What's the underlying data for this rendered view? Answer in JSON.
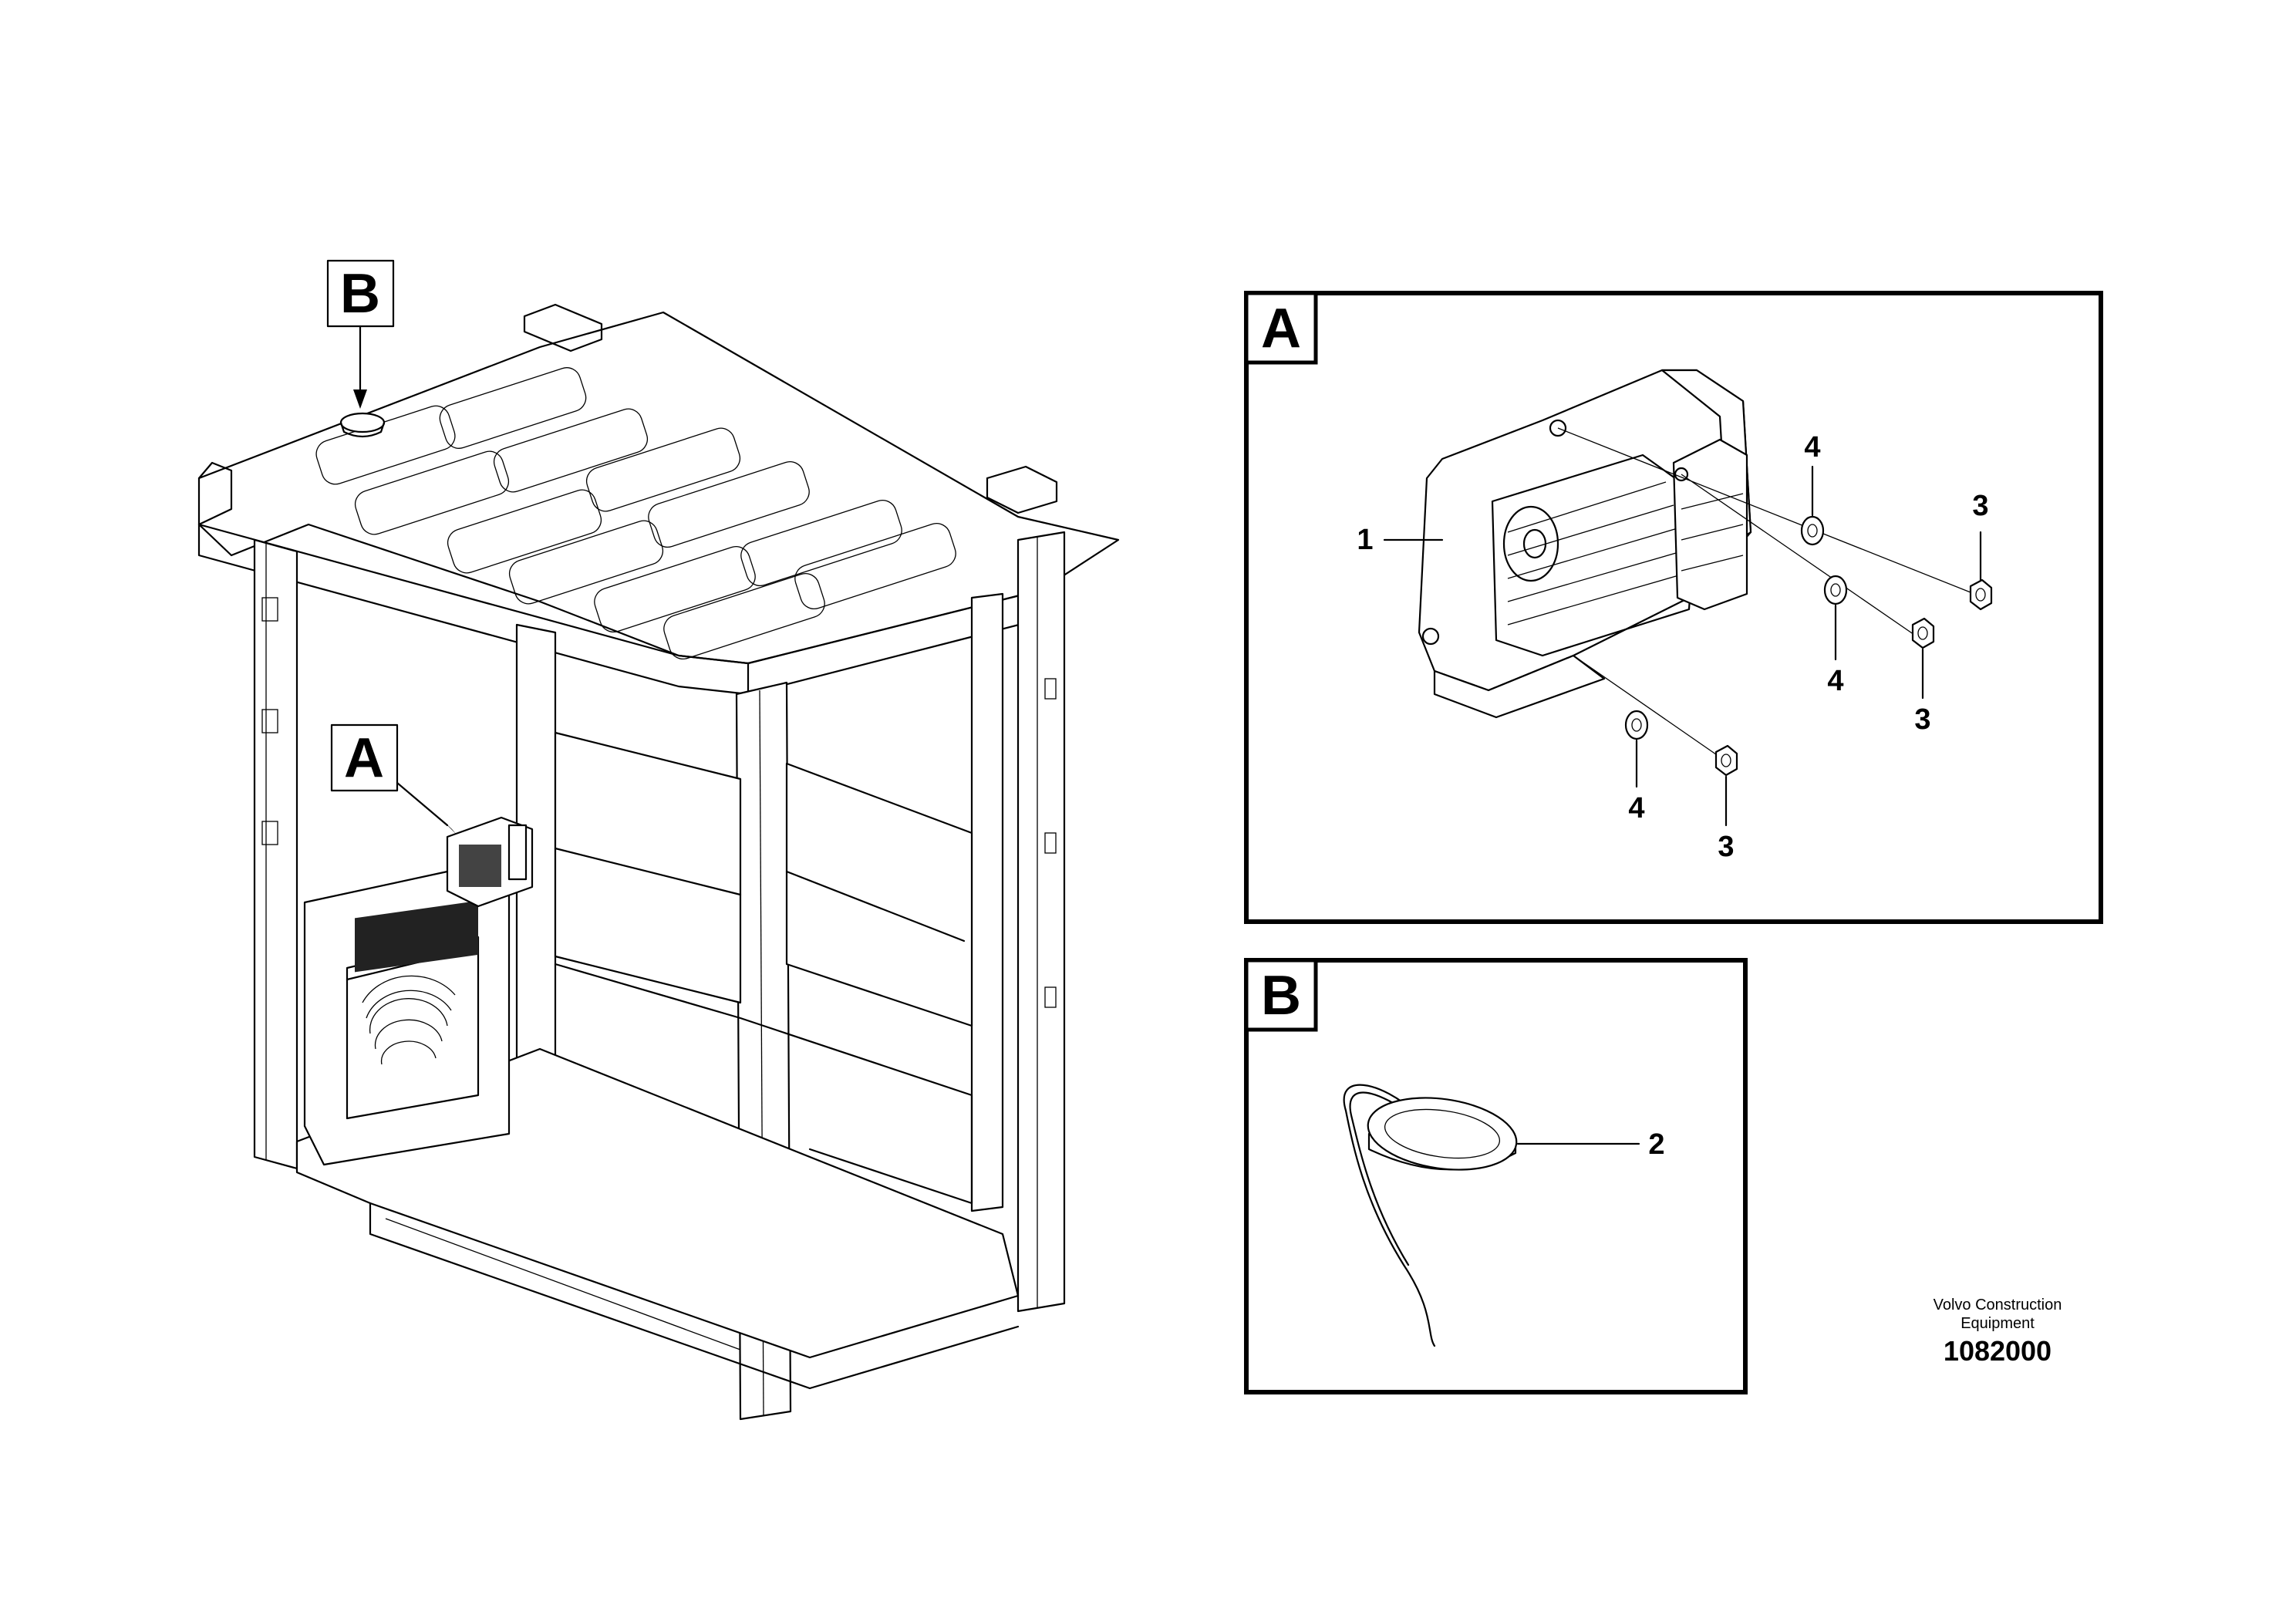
{
  "callouts": {
    "a_label": "A",
    "b_label": "B"
  },
  "detail_a": {
    "title": "A",
    "parts": [
      {
        "label": "1",
        "name": "speaker"
      },
      {
        "label": "4",
        "name": "washer"
      },
      {
        "label": "3",
        "name": "nut"
      },
      {
        "label": "4",
        "name": "washer"
      },
      {
        "label": "3",
        "name": "nut"
      },
      {
        "label": "4",
        "name": "washer"
      },
      {
        "label": "3",
        "name": "nut"
      }
    ]
  },
  "detail_b": {
    "title": "B",
    "parts": [
      {
        "label": "2",
        "name": "antenna"
      }
    ]
  },
  "footer": {
    "company_line1": "Volvo Construction",
    "company_line2": "Equipment",
    "drawing_number": "1082000"
  }
}
